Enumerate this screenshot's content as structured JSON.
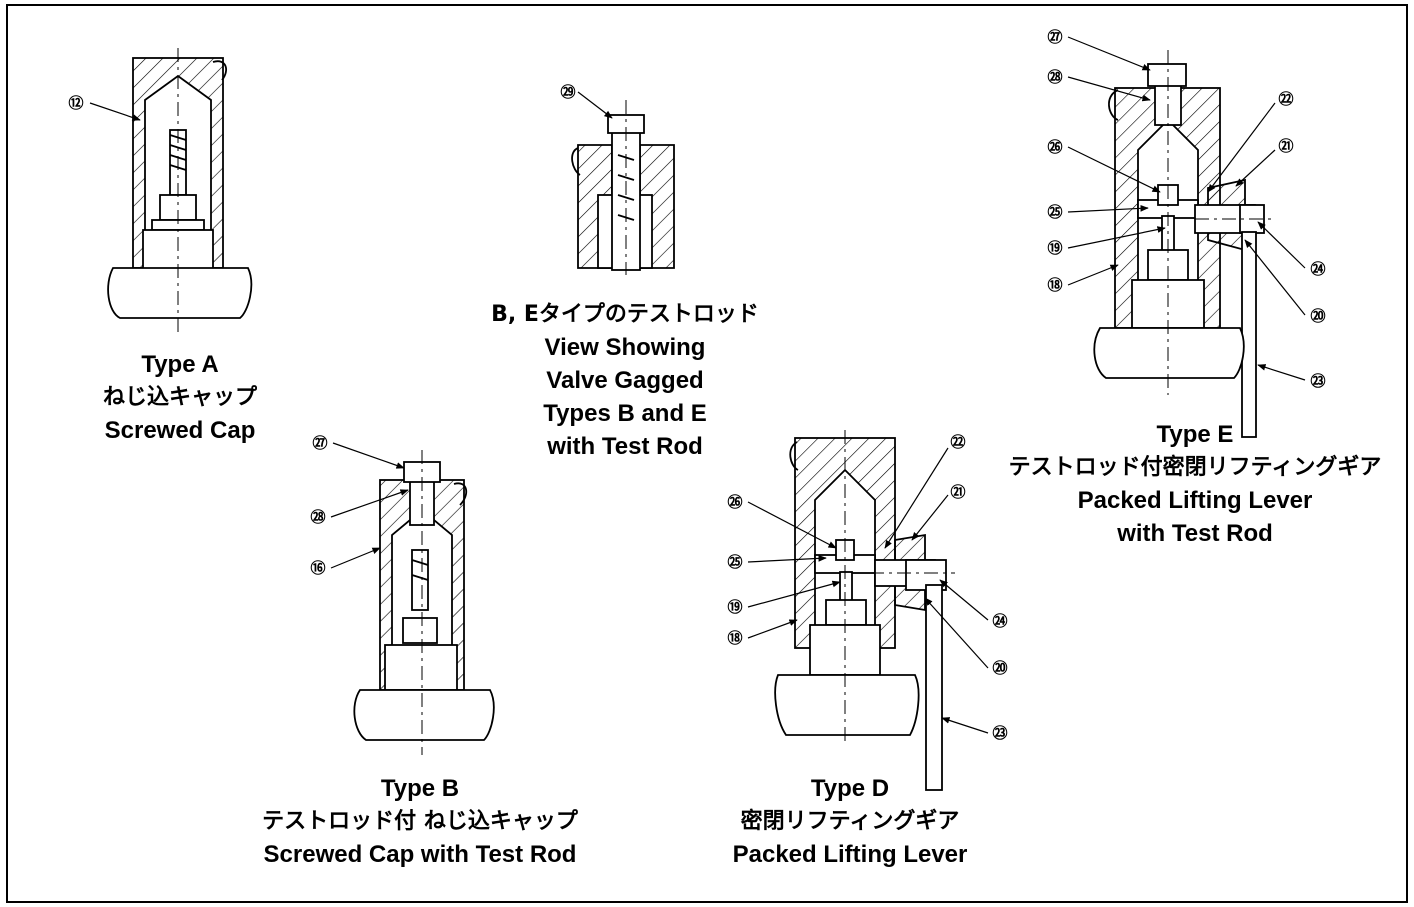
{
  "diagrams": {
    "type_a": {
      "lines": [
        "Type A",
        "ねじ込キャップ",
        "Screwed Cap"
      ],
      "callouts": [
        "⑫"
      ]
    },
    "gagged": {
      "lines": [
        "B, Eタイプのテストロッド",
        "View Showing",
        "Valve Gagged",
        "Types B and E",
        "with Test Rod"
      ],
      "callouts": [
        "㉙"
      ]
    },
    "type_b": {
      "lines": [
        "Type B",
        "テストロッド付 ねじ込キャップ",
        "Screwed Cap with Test Rod"
      ],
      "callouts": [
        "㉗",
        "㉘",
        "⑯"
      ]
    },
    "type_d": {
      "lines": [
        "Type D",
        "密閉リフティングギア",
        "Packed Lifting Lever"
      ],
      "callouts": [
        "㉖",
        "㉕",
        "⑲",
        "⑱",
        "㉒",
        "㉑",
        "㉔",
        "⑳",
        "㉓"
      ]
    },
    "type_e": {
      "lines": [
        "Type E",
        "テストロッド付密閉リフティングギア",
        "Packed Lifting Lever",
        "with Test Rod"
      ],
      "callouts": [
        "㉗",
        "㉘",
        "㉖",
        "㉕",
        "⑲",
        "⑱",
        "㉒",
        "㉑",
        "㉔",
        "⑳",
        "㉓"
      ]
    }
  }
}
